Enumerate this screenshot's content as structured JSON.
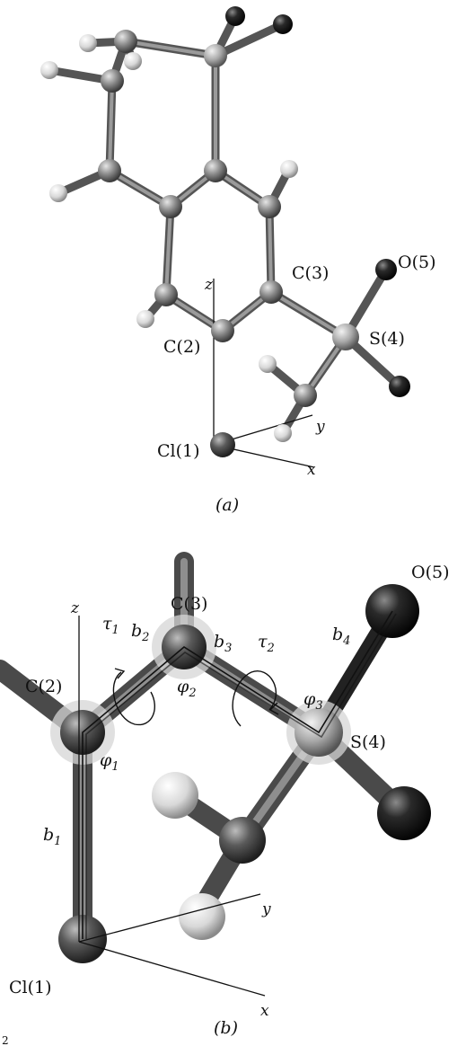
{
  "panel_a": {
    "caption": "(a)",
    "atoms": {
      "cl1": "Cl(1)",
      "c2": "C(2)",
      "c3": "C(3)",
      "s4": "S(4)",
      "o5": "O(5)"
    },
    "axes": {
      "x": "x",
      "y": "y",
      "z": "z"
    }
  },
  "panel_b": {
    "caption": "(b)",
    "atoms": {
      "cl1": "Cl(1)",
      "c2": "C(2)",
      "c3": "C(3)",
      "s4": "S(4)",
      "o5": "O(5)"
    },
    "axes": {
      "x": "x",
      "y": "y",
      "z": "z"
    },
    "bonds": {
      "b1": "b",
      "b2": "b",
      "b3": "b",
      "b4": "b",
      "b1_sub": "1",
      "b2_sub": "2",
      "b3_sub": "3",
      "b4_sub": "4"
    },
    "angles": {
      "phi": "φ",
      "phi1_sub": "1",
      "phi2_sub": "2",
      "phi3_sub": "3"
    },
    "torsions": {
      "tau": "τ",
      "tau1_sub": "1",
      "tau2_sub": "2"
    }
  },
  "stray_mark": "2"
}
